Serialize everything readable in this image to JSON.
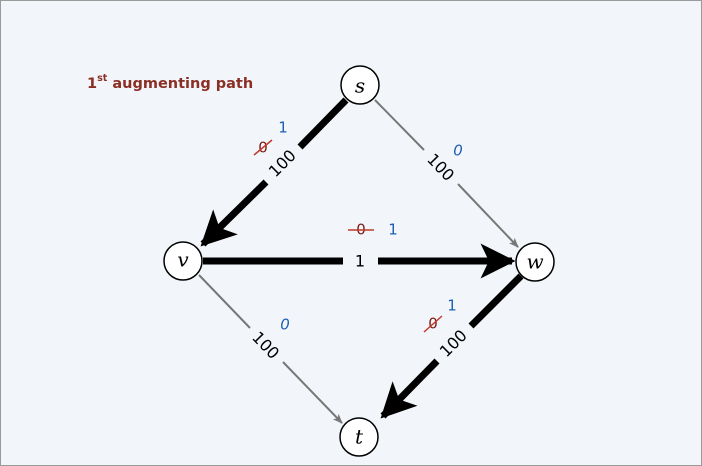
{
  "title": {
    "ordinal": "1",
    "suffix": "st",
    "rest": " augmenting path"
  },
  "nodes": {
    "s": "s",
    "v": "v",
    "w": "w",
    "t": "t"
  },
  "edges": {
    "sv": {
      "capacity": "100",
      "old_flow": "0",
      "new_flow": "1"
    },
    "sw": {
      "capacity": "100",
      "flow": "0"
    },
    "vw": {
      "capacity": "1",
      "old_flow": "0",
      "new_flow": "1"
    },
    "vt": {
      "capacity": "100",
      "flow": "0"
    },
    "wt": {
      "capacity": "100",
      "old_flow": "0",
      "new_flow": "1"
    }
  },
  "colors": {
    "title": "#8b2e24",
    "old_flow": "#7a1e16",
    "strike": "#c0392b",
    "new_flow": "#1e5fb4",
    "path_edge": "#000000",
    "plain_edge": "#777777"
  }
}
